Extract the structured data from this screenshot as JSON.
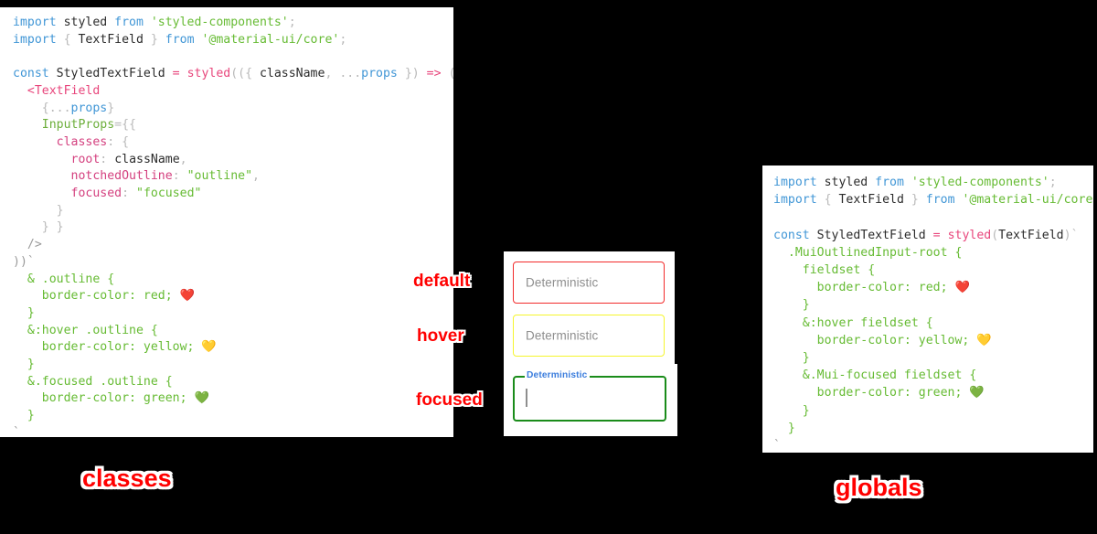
{
  "left_code": {
    "title": "classes",
    "lines": [
      [
        {
          "t": "import ",
          "c": "key"
        },
        {
          "t": "styled",
          "c": "plain"
        },
        {
          "t": " from ",
          "c": "key"
        },
        {
          "t": "'styled-components'",
          "c": "str"
        },
        {
          "t": ";",
          "c": "punc"
        }
      ],
      [
        {
          "t": "import ",
          "c": "key"
        },
        {
          "t": "{ ",
          "c": "punc"
        },
        {
          "t": "TextField",
          "c": "plain"
        },
        {
          "t": " }",
          "c": "punc"
        },
        {
          "t": " from ",
          "c": "key"
        },
        {
          "t": "'@material-ui/core'",
          "c": "str"
        },
        {
          "t": ";",
          "c": "punc"
        }
      ],
      [],
      [
        {
          "t": "const ",
          "c": "key"
        },
        {
          "t": "StyledTextField",
          "c": "plain"
        },
        {
          "t": " = ",
          "c": "op"
        },
        {
          "t": "styled",
          "c": "op"
        },
        {
          "t": "((",
          "c": "punc"
        },
        {
          "t": "{ ",
          "c": "punc"
        },
        {
          "t": "className",
          "c": "plain"
        },
        {
          "t": ", ",
          "c": "punc"
        },
        {
          "t": "...",
          "c": "punc"
        },
        {
          "t": "props",
          "c": "blu"
        },
        {
          "t": " })",
          "c": "punc"
        },
        {
          "t": " => ",
          "c": "op"
        },
        {
          "t": "(",
          "c": "punc"
        }
      ],
      [
        {
          "t": "  ",
          "c": "plain"
        },
        {
          "t": "<TextField",
          "c": "op"
        }
      ],
      [
        {
          "t": "    ",
          "c": "plain"
        },
        {
          "t": "{...",
          "c": "punc"
        },
        {
          "t": "props",
          "c": "blu"
        },
        {
          "t": "}",
          "c": "punc"
        }
      ],
      [
        {
          "t": "    ",
          "c": "plain"
        },
        {
          "t": "InputProps",
          "c": "grn"
        },
        {
          "t": "={{",
          "c": "punc"
        }
      ],
      [
        {
          "t": "      ",
          "c": "plain"
        },
        {
          "t": "classes",
          "c": "prop"
        },
        {
          "t": ": {",
          "c": "punc"
        }
      ],
      [
        {
          "t": "        ",
          "c": "plain"
        },
        {
          "t": "root",
          "c": "prop"
        },
        {
          "t": ": ",
          "c": "punc"
        },
        {
          "t": "className",
          "c": "plain"
        },
        {
          "t": ",",
          "c": "punc"
        }
      ],
      [
        {
          "t": "        ",
          "c": "plain"
        },
        {
          "t": "notchedOutline",
          "c": "prop"
        },
        {
          "t": ": ",
          "c": "punc"
        },
        {
          "t": "\"outline\"",
          "c": "str"
        },
        {
          "t": ",",
          "c": "punc"
        }
      ],
      [
        {
          "t": "        ",
          "c": "plain"
        },
        {
          "t": "focused",
          "c": "prop"
        },
        {
          "t": ": ",
          "c": "punc"
        },
        {
          "t": "\"focused\"",
          "c": "str"
        }
      ],
      [
        {
          "t": "      }",
          "c": "punc"
        }
      ],
      [
        {
          "t": "    } }",
          "c": "punc"
        }
      ],
      [
        {
          "t": "  />",
          "c": "dim"
        }
      ],
      [
        {
          "t": "))`",
          "c": "dim"
        }
      ],
      [
        {
          "t": "  & .outline {",
          "c": "str"
        }
      ],
      [
        {
          "t": "    border-color: red; ❤️",
          "c": "str"
        }
      ],
      [
        {
          "t": "  }",
          "c": "str"
        }
      ],
      [
        {
          "t": "  &:hover .outline {",
          "c": "str"
        }
      ],
      [
        {
          "t": "    border-color: yellow; 💛",
          "c": "str"
        }
      ],
      [
        {
          "t": "  }",
          "c": "str"
        }
      ],
      [
        {
          "t": "  &.focused .outline {",
          "c": "str"
        }
      ],
      [
        {
          "t": "    border-color: green; 💚",
          "c": "str"
        }
      ],
      [
        {
          "t": "  }",
          "c": "str"
        }
      ],
      [
        {
          "t": "`",
          "c": "dim"
        }
      ],
      [
        {
          "t": " ;",
          "c": "dim"
        }
      ]
    ]
  },
  "right_code": {
    "title": "globals",
    "lines": [
      [
        {
          "t": "import ",
          "c": "key"
        },
        {
          "t": "styled",
          "c": "plain"
        },
        {
          "t": " from ",
          "c": "key"
        },
        {
          "t": "'styled-components'",
          "c": "str"
        },
        {
          "t": ";",
          "c": "punc"
        }
      ],
      [
        {
          "t": "import ",
          "c": "key"
        },
        {
          "t": "{ ",
          "c": "punc"
        },
        {
          "t": "TextField",
          "c": "plain"
        },
        {
          "t": " }",
          "c": "punc"
        },
        {
          "t": " from ",
          "c": "key"
        },
        {
          "t": "'@material-ui/core'",
          "c": "str"
        },
        {
          "t": ";",
          "c": "punc"
        }
      ],
      [],
      [
        {
          "t": "const ",
          "c": "key"
        },
        {
          "t": "StyledTextField",
          "c": "plain"
        },
        {
          "t": " = ",
          "c": "op"
        },
        {
          "t": "styled",
          "c": "op"
        },
        {
          "t": "(",
          "c": "punc"
        },
        {
          "t": "TextField",
          "c": "plain"
        },
        {
          "t": ")`",
          "c": "punc"
        }
      ],
      [
        {
          "t": "  .MuiOutlinedInput-root {",
          "c": "str"
        }
      ],
      [
        {
          "t": "    fieldset {",
          "c": "str"
        }
      ],
      [
        {
          "t": "      border-color: red; ❤️",
          "c": "str"
        }
      ],
      [
        {
          "t": "    }",
          "c": "str"
        }
      ],
      [
        {
          "t": "    &:hover fieldset {",
          "c": "str"
        }
      ],
      [
        {
          "t": "      border-color: yellow; 💛",
          "c": "str"
        }
      ],
      [
        {
          "t": "    }",
          "c": "str"
        }
      ],
      [
        {
          "t": "    &.Mui-focused fieldset {",
          "c": "str"
        }
      ],
      [
        {
          "t": "      border-color: green; 💚",
          "c": "str"
        }
      ],
      [
        {
          "t": "    }",
          "c": "str"
        }
      ],
      [
        {
          "t": "  }",
          "c": "str"
        }
      ],
      [
        {
          "t": "`",
          "c": "dim"
        }
      ],
      [
        {
          "t": " ;",
          "c": "dim"
        }
      ]
    ]
  },
  "demo": {
    "fields": {
      "default": {
        "text": "Deterministic",
        "border_color": "#f22b2b"
      },
      "hover": {
        "text": "Deterministic",
        "border_color": "#f5f52e"
      },
      "focused": {
        "text": "",
        "label": "Deterministic",
        "border_color": "#1a8c1a",
        "label_color": "#3b7ddd"
      }
    }
  },
  "annotations": {
    "default": "default",
    "hover": "hover",
    "focused": "focused"
  },
  "colors": {
    "background": "#000000",
    "panel": "#ffffff",
    "accent_red": "#ff0000",
    "red": "#f22b2b",
    "yellow": "#f5f52e",
    "green": "#1a8c1a",
    "blue": "#3b7ddd"
  }
}
